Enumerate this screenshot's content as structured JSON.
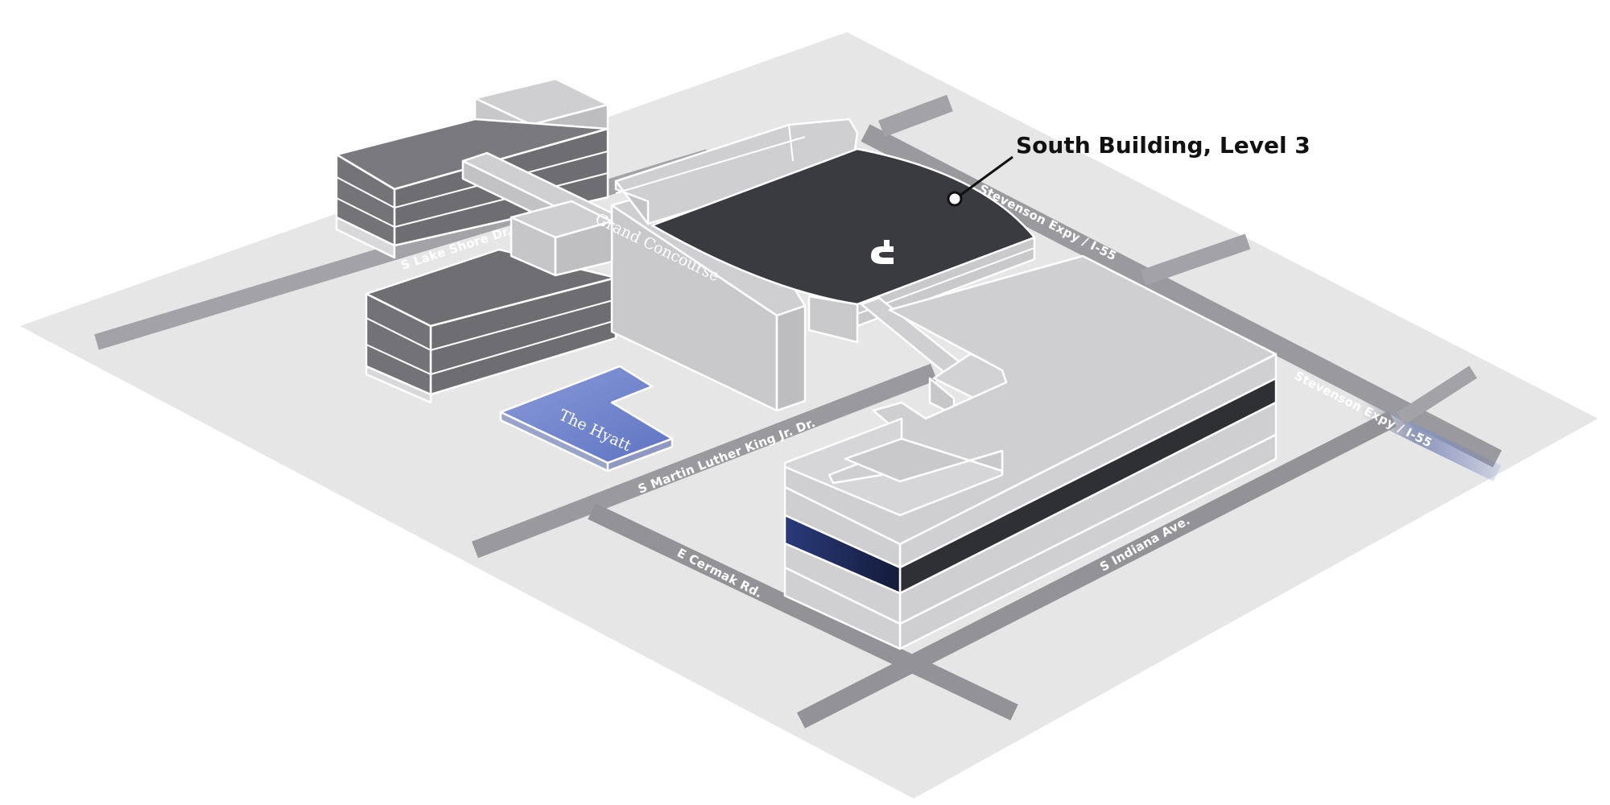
{
  "map": {
    "callout": {
      "label": "South Building, Level 3"
    },
    "streets": {
      "lake_shore": "S Lake Shore Dr.",
      "stevenson_upper": "Stevenson Expy / I-55",
      "stevenson_lower": "Stevenson Expy / I-55",
      "mlk": "S Martin Luther  King Jr. Dr.",
      "cermak": "E Cermak Rd.",
      "indiana": "S Indiana Ave."
    },
    "places": {
      "grand_concourse": "Grand Concourse",
      "hyatt": "The Hyatt"
    },
    "highlight": {
      "building": "South Building",
      "level": "Level 3"
    },
    "colors": {
      "ground": "#e6e6e7",
      "road": "#9a9a9e",
      "building_light": "#cfcfd1",
      "building_dark": "#6f6f73",
      "highlight_dark": "#3a3b40",
      "hotel_blue": "#7284c8",
      "level_navy": "#1d2a55"
    },
    "icons": {
      "venue_logo": "mccormick-logo-icon"
    }
  }
}
